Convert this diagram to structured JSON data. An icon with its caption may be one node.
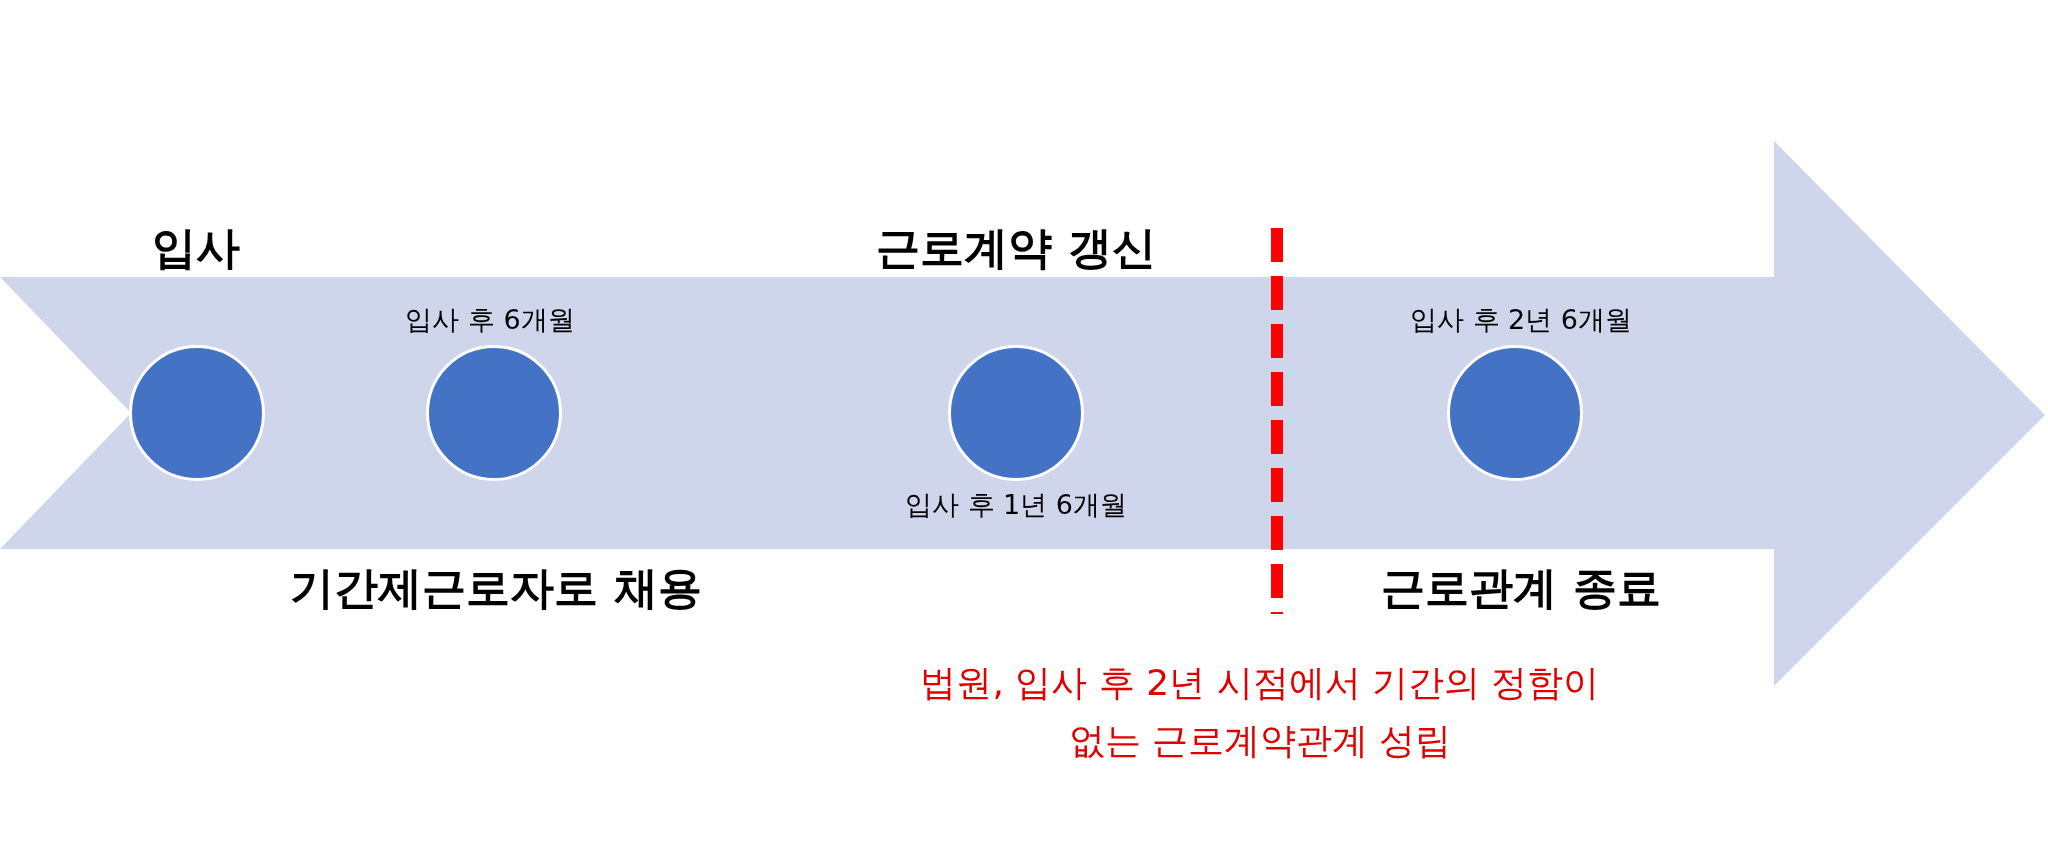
{
  "diagram": {
    "nodes": [
      {
        "text": [],
        "shape": "circle",
        "beside": [
          "입사"
        ]
      },
      {
        "text": [],
        "shape": "circle",
        "beside": [
          "입사 후 6개월"
        ]
      },
      {
        "text": [],
        "shape": "circle",
        "beside": [
          "근로계약 갱신",
          "입사 후 1년 6개월"
        ]
      },
      {
        "text": [],
        "shape": "circle",
        "beside": [
          "입사 후 2년 6개월"
        ]
      }
    ],
    "labels": [
      "기간제근로자로 채용",
      "근로관계 종료",
      "법원, 입사 후 2년 시점에서 기간의 정함이 없는 근로계약관계 성립"
    ]
  }
}
